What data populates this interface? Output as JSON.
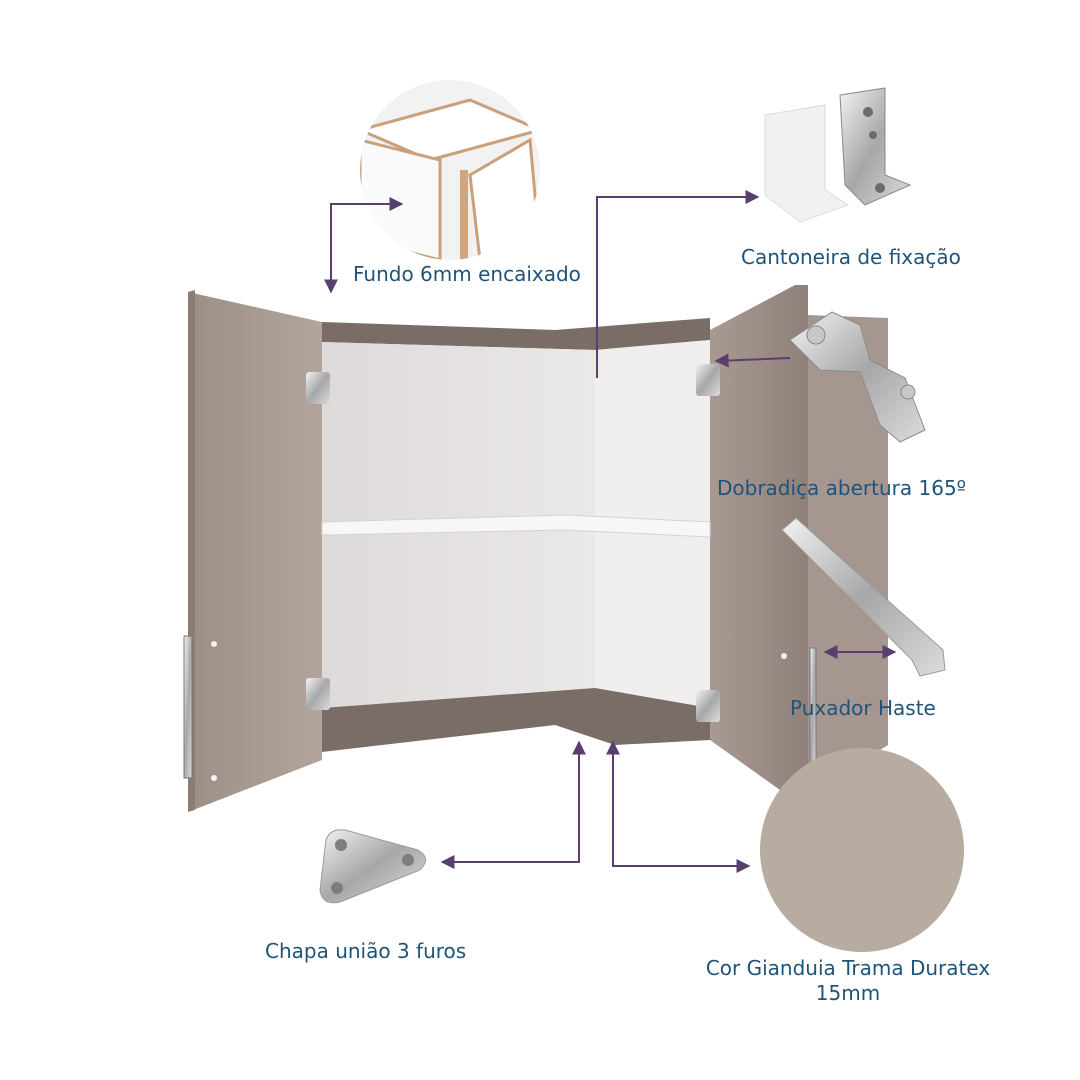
{
  "labels": {
    "fundo": "Fundo 6mm encaixado",
    "cantoneira": "Cantoneira de fixação",
    "dobradica": "Dobradiça  abertura 165º",
    "puxador": "Puxador Haste",
    "chapa": "Chapa união 3 furos",
    "cor_line1": "Cor Gianduia Trama Duratex",
    "cor_line2": "15mm"
  },
  "colors": {
    "cabinet": "#a99a91",
    "cabinet_dark": "#8e7f77",
    "interior": "#e6e4e3",
    "swatch": "#b8aba0",
    "text": "#1f5478",
    "arrow": "#5a3f6e"
  }
}
